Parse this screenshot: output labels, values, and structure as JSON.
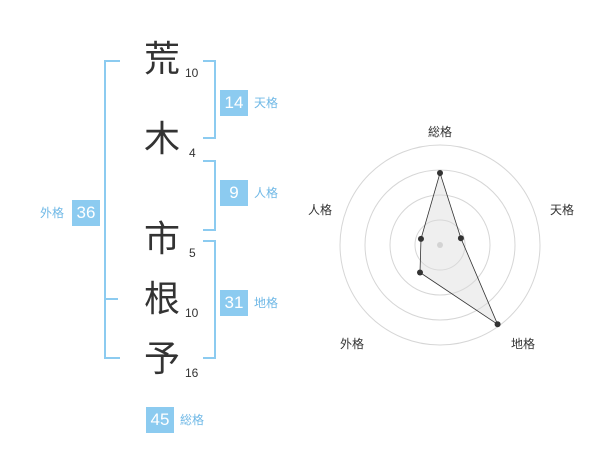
{
  "name": {
    "characters": [
      {
        "char": "荒",
        "strokes": "10"
      },
      {
        "char": "木",
        "strokes": "4"
      },
      {
        "char": "市",
        "strokes": "5"
      },
      {
        "char": "根",
        "strokes": "10"
      },
      {
        "char": "予",
        "strokes": "16"
      }
    ]
  },
  "kakusu": {
    "tenkaku": {
      "value": "14",
      "label": "天格"
    },
    "jinkaku": {
      "value": "9",
      "label": "人格"
    },
    "chikaku": {
      "value": "31",
      "label": "地格"
    },
    "gaikaku": {
      "value": "36",
      "label": "外格"
    },
    "soukaku": {
      "value": "45",
      "label": "総格"
    }
  },
  "colors": {
    "accent": "#8ccbf0",
    "accent_text": "#6fb8e6",
    "text": "#333333"
  },
  "chart_data": {
    "type": "radar",
    "axes": [
      "総格",
      "天格",
      "地格",
      "外格",
      "人格"
    ],
    "values": [
      0.72,
      0.22,
      0.98,
      0.34,
      0.2
    ],
    "range": [
      0,
      1
    ],
    "rings": 4
  }
}
